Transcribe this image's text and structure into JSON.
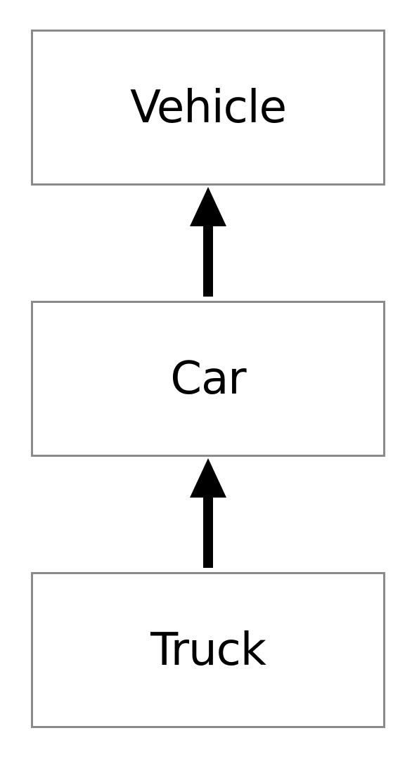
{
  "diagram": {
    "nodes": [
      {
        "id": "vehicle",
        "label": "Vehicle"
      },
      {
        "id": "car",
        "label": "Car"
      },
      {
        "id": "truck",
        "label": "Truck"
      }
    ],
    "edges": [
      {
        "from": "car",
        "to": "vehicle"
      },
      {
        "from": "truck",
        "to": "car"
      }
    ],
    "colors": {
      "box_border": "#8a8a8a",
      "arrow": "#000000",
      "text": "#000000",
      "background": "#ffffff"
    }
  }
}
